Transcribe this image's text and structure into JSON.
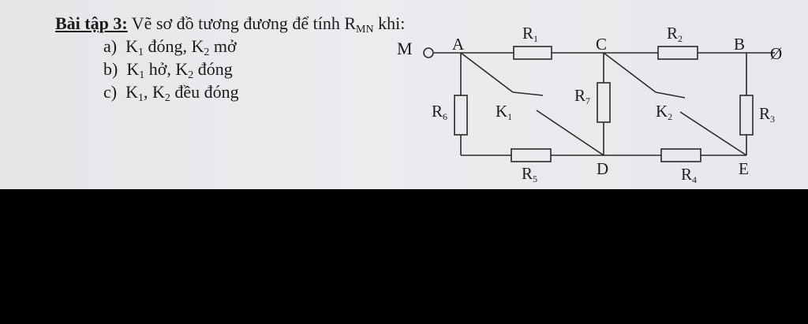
{
  "problem": {
    "label": "Bài tập 3:",
    "statement_prefix": "Vẽ sơ đồ tương đương để tính R",
    "statement_sub": "MN",
    "statement_suffix": " khi:",
    "items": [
      {
        "marker": "a)",
        "k1": "K",
        "k1_sub": "1",
        "k1_state": " đóng, ",
        "k2": "K",
        "k2_sub": "2",
        "k2_state": " mở"
      },
      {
        "marker": "b)",
        "k1": "K",
        "k1_sub": "1",
        "k1_state": " hở, ",
        "k2": "K",
        "k2_sub": "2",
        "k2_state": " đóng"
      },
      {
        "marker": "c)",
        "k1": "K",
        "k1_sub": "1",
        "k1_state": ", ",
        "k2": "K",
        "k2_sub": "2",
        "k2_state": " đều đóng"
      }
    ]
  },
  "circuit": {
    "nodes": {
      "M": "M",
      "N": "Ø",
      "A": "A",
      "B": "B",
      "C": "C",
      "D": "D",
      "E": "E"
    },
    "resistors": {
      "R1": {
        "letter": "R",
        "sub": "1"
      },
      "R2": {
        "letter": "R",
        "sub": "2"
      },
      "R3": {
        "letter": "R",
        "sub": "3"
      },
      "R4": {
        "letter": "R",
        "sub": "4"
      },
      "R5": {
        "letter": "R",
        "sub": "5"
      },
      "R6": {
        "letter": "R",
        "sub": "6"
      },
      "R7": {
        "letter": "R",
        "sub": "7"
      }
    },
    "switches": {
      "K1": {
        "letter": "K",
        "sub": "1"
      },
      "K2": {
        "letter": "K",
        "sub": "2"
      }
    }
  }
}
